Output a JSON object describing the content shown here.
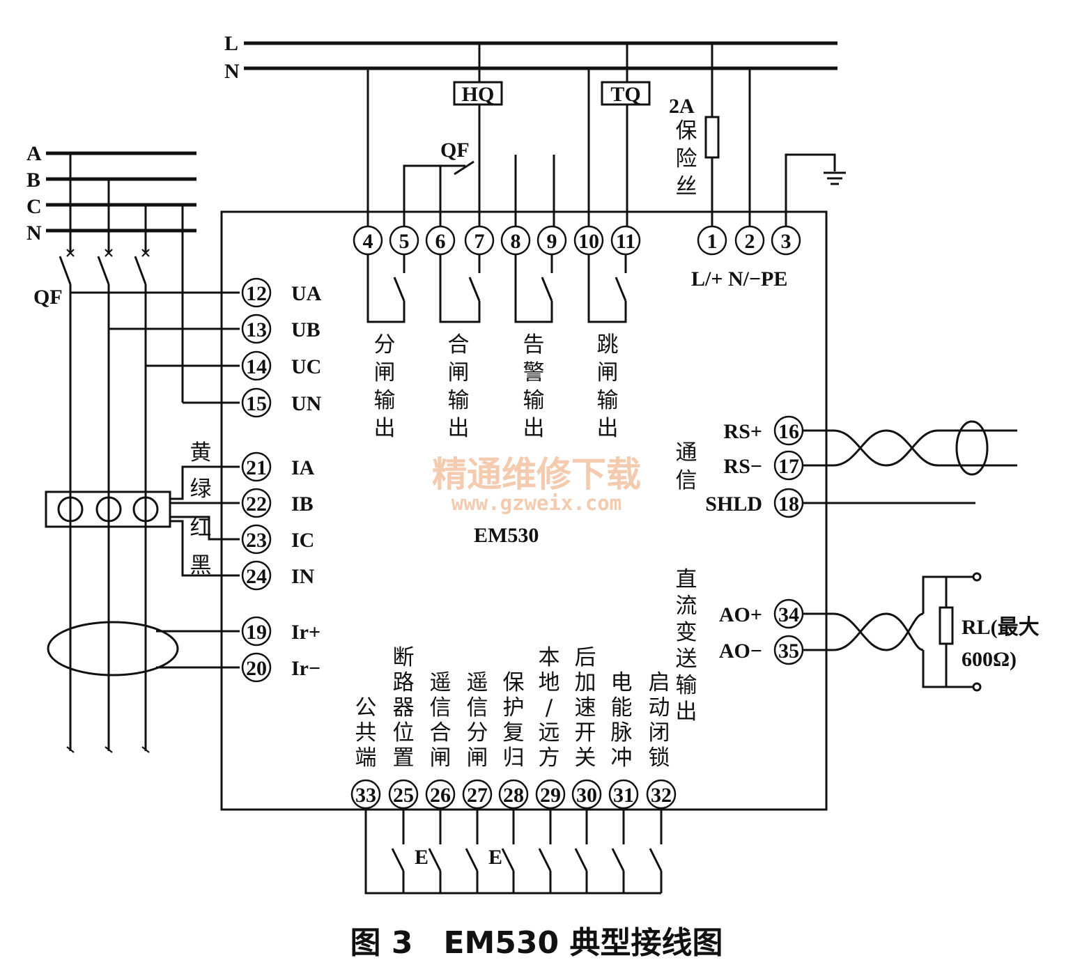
{
  "buses_top": [
    "L",
    "N"
  ],
  "buses_left": [
    "A",
    "B",
    "C",
    "N"
  ],
  "relays": {
    "hq": "HQ",
    "tq": "TQ"
  },
  "breaker": "QF",
  "fuse_label": [
    "2A",
    "保",
    "险",
    "丝"
  ],
  "device_name": "EM530",
  "top_terminals": [
    "4",
    "5",
    "6",
    "7",
    "8",
    "9",
    "10",
    "11",
    "1",
    "2",
    "3"
  ],
  "power_label": "L/+ N/−PE",
  "output_labels": [
    [
      "分",
      "闸",
      "输",
      "出"
    ],
    [
      "合",
      "闸",
      "输",
      "出"
    ],
    [
      "告",
      "警",
      "输",
      "出"
    ],
    [
      "跳",
      "闸",
      "输",
      "出"
    ]
  ],
  "left_terminals": [
    {
      "num": "12",
      "label": "UA"
    },
    {
      "num": "13",
      "label": "UB"
    },
    {
      "num": "14",
      "label": "UC"
    },
    {
      "num": "15",
      "label": "UN"
    },
    {
      "num": "21",
      "label": "IA"
    },
    {
      "num": "22",
      "label": "IB"
    },
    {
      "num": "23",
      "label": "IC"
    },
    {
      "num": "24",
      "label": "IN"
    },
    {
      "num": "19",
      "label": "Ir+"
    },
    {
      "num": "20",
      "label": "Ir−"
    }
  ],
  "wire_colors": [
    "黄",
    "绿",
    "红",
    "黑"
  ],
  "comm": {
    "label": [
      "通",
      "信"
    ],
    "terminals": [
      {
        "num": "16",
        "label": "RS+"
      },
      {
        "num": "17",
        "label": "RS−"
      },
      {
        "num": "18",
        "label": "SHLD"
      }
    ]
  },
  "analog": {
    "label": [
      "直",
      "流",
      "变",
      "送",
      "输",
      "出"
    ],
    "terminals": [
      {
        "num": "34",
        "label": "AO+"
      },
      {
        "num": "35",
        "label": "AO−"
      }
    ],
    "load": [
      "RL(最大",
      "600Ω)"
    ]
  },
  "bottom_terminals": [
    "33",
    "25",
    "26",
    "27",
    "28",
    "29",
    "30",
    "31",
    "32"
  ],
  "input_labels": [
    [
      "公",
      "共",
      "端"
    ],
    [
      "断",
      "路",
      "器",
      "位",
      "置"
    ],
    [
      "遥",
      "信",
      "合",
      "闸"
    ],
    [
      "遥",
      "信",
      "分",
      "闸"
    ],
    [
      "保",
      "护",
      "复",
      "归"
    ],
    [
      "本",
      "地",
      "/",
      "远",
      "方"
    ],
    [
      "后",
      "加",
      "速",
      "开",
      "关"
    ],
    [
      "电",
      "能",
      "脉",
      "冲"
    ],
    [
      "启",
      "动",
      "闭",
      "锁"
    ]
  ],
  "contact_mark": "E",
  "watermark": {
    "cn": "精通维修下载",
    "url": "www.gzweix.com"
  },
  "caption": "图 3　EM530 典型接线图"
}
